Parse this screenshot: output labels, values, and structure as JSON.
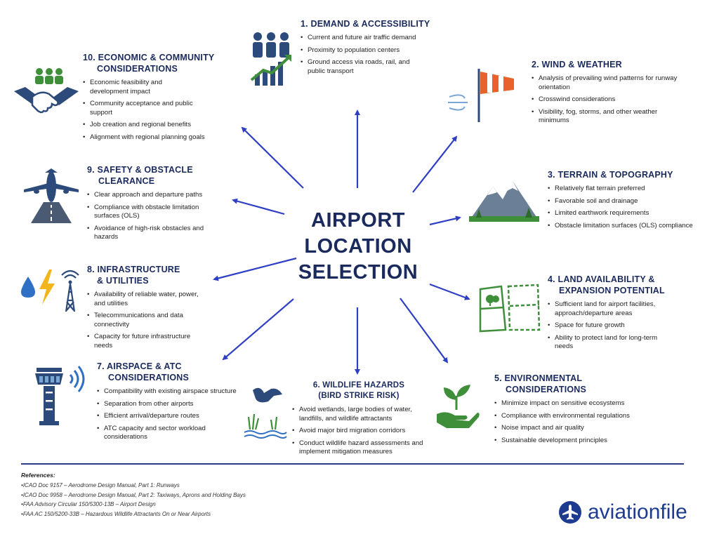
{
  "center": {
    "line1": "AIRPORT",
    "line2": "LOCATION",
    "line3": "SELECTION"
  },
  "sections": {
    "s1": {
      "title": "1. DEMAND & ACCESSIBILITY",
      "icon": "people-growth-icon",
      "items": [
        "Current and future air traffic demand",
        "Proximity to population centers",
        "Ground access via roads, rail, and public transport"
      ]
    },
    "s2": {
      "title": "2. WIND & WEATHER",
      "icon": "windsock-icon",
      "items": [
        "Analysis of prevailing wind patterns for runway orientation",
        "Crosswind considerations",
        "Visibility, fog, storms, and other weather minimums"
      ]
    },
    "s3": {
      "title": "3. TERRAIN & TOPOGRAPHY",
      "icon": "mountain-icon",
      "items": [
        "Relatively flat terrain preferred",
        "Favorable soil and drainage",
        "Limited earthwork requirements",
        "Obstacle limitation surfaces (OLS) compliance"
      ]
    },
    "s4": {
      "title_line1": "4. LAND AVAILABILITY &",
      "title_line2": "EXPANSION POTENTIAL",
      "icon": "land-plot-icon",
      "items": [
        "Sufficient land for airport facilities, approach/departure areas",
        "Space for future growth",
        "Ability to protect land for long-term needs"
      ]
    },
    "s5": {
      "title_line1": "5. ENVIRONMENTAL",
      "title_line2": "CONSIDERATIONS",
      "icon": "plant-hand-icon",
      "items": [
        "Minimize impact on sensitive ecosystems",
        "Compliance with environmental regulations",
        "Noise impact and air quality",
        "Sustainable development principles"
      ]
    },
    "s6": {
      "title_line1": "6. WILDLIFE HAZARDS",
      "title_line2": "(BIRD STRIKE RISK)",
      "icon": "bird-wetland-icon",
      "items": [
        "Avoid wetlands, large bodies of water, landfills, and wildlife attractants",
        "Avoid major bird migration corridors",
        "Conduct wildlife hazard assessments and implement mitigation measures"
      ]
    },
    "s7": {
      "title_line1": "7. AIRSPACE & ATC",
      "title_line2": "CONSIDERATIONS",
      "icon": "control-tower-icon",
      "items": [
        "Compatibility with existing airspace structure",
        "Separation from other airports",
        "Efficient arrival/departure routes",
        "ATC capacity and sector workload considerations"
      ]
    },
    "s8": {
      "title_line1": "8. INFRASTRUCTURE",
      "title_line2": "& UTILITIES",
      "icon": "utilities-icon",
      "items": [
        "Availability of reliable water, power, and utilities",
        "Telecommunications and data connectivity",
        "Capacity for future infrastructure needs"
      ]
    },
    "s9": {
      "title_line1": "9. SAFETY & OBSTACLE",
      "title_line2": "CLEARANCE",
      "icon": "airplane-runway-icon",
      "items": [
        "Clear approach and departure paths",
        "Compliance with obstacle limitation surfaces (OLS)",
        "Avoidance of high-risk obstacles and hazards"
      ]
    },
    "s10": {
      "title_line1": "10. ECONOMIC & COMMUNITY",
      "title_line2": "CONSIDERATIONS",
      "icon": "handshake-community-icon",
      "items": [
        "Economic feasibility and development impact",
        "Community acceptance and public support",
        "Job creation and regional benefits",
        "Alignment with regional planning goals"
      ]
    }
  },
  "references": {
    "title": "References:",
    "items": [
      "ICAO Doc 9157 – Aerodrome Design Manual, Part 1: Runways",
      "ICAO Doc 9958 – Aerodrome Design Manual, Part 2: Taxiways, Aprons and Holding Bays",
      "FAA Advisory Circular 150/5300-13B – Airport Design",
      "FAA AC 150/5200-33B – Hazardous Wildlife Attractants On or Near Airports"
    ]
  },
  "logo": {
    "text": "aviationfile",
    "icon": "airplane-circle-icon"
  },
  "colors": {
    "title_navy": "#1b2a5c",
    "arrow_blue": "#2f3fc4",
    "icon_blue": "#2c4a7a",
    "icon_green": "#3f8f3a",
    "windsock_orange": "#e8632b",
    "bolt_yellow": "#f2b51c"
  }
}
